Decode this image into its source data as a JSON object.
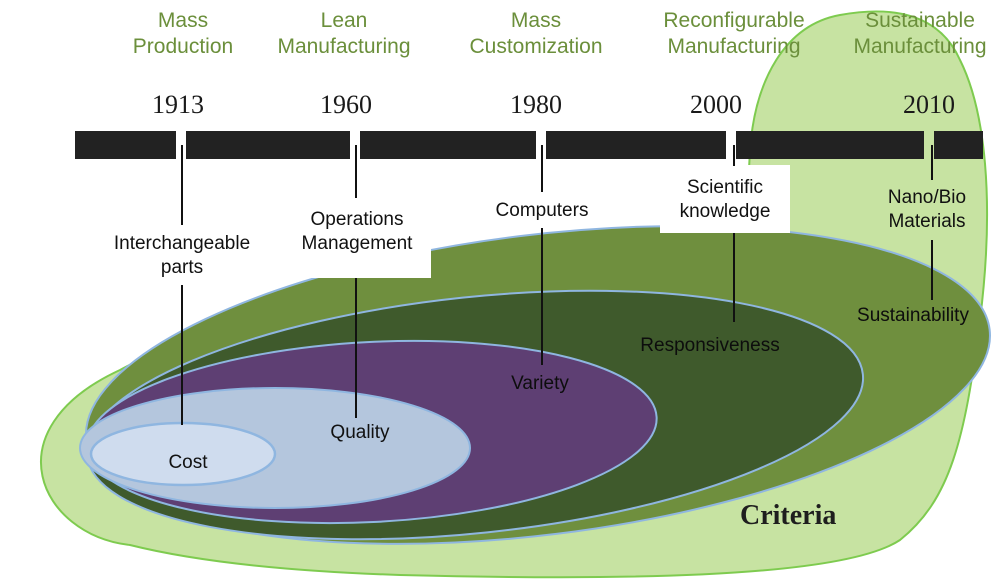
{
  "paradigms": [
    {
      "line1": "Mass",
      "line2": "Production"
    },
    {
      "line1": "Lean",
      "line2": "Manufacturing"
    },
    {
      "line1": "Mass",
      "line2": "Customization"
    },
    {
      "line1": "Reconfigurable",
      "line2": "Manufacturing"
    },
    {
      "line1": "Sustainable",
      "line2": "Manufacturing"
    }
  ],
  "years": [
    "1913",
    "1960",
    "1980",
    "2000",
    "2010"
  ],
  "enablers": [
    {
      "line1": "Interchangeable",
      "line2": "parts"
    },
    {
      "line1": "Operations",
      "line2": "Management"
    },
    {
      "line1": "Computers",
      "line2": ""
    },
    {
      "line1": "Scientific",
      "line2": "knowledge"
    },
    {
      "line1": "Nano/Bio",
      "line2": "Materials"
    }
  ],
  "criteria": [
    "Cost",
    "Quality",
    "Variety",
    "Responsiveness",
    "Sustainability"
  ],
  "criteria_title": "Criteria",
  "colors": {
    "paradigm_text": "#6b8f3b",
    "timeline_bar": "#222222",
    "outer_light_green": "#c7e3a2",
    "sustainability_green": "#6f8f3e",
    "responsiveness_dark_green": "#3f5a2c",
    "variety_purple": "#5e3f73",
    "quality_blue": "#b4c6dd",
    "cost_light_blue": "#cfdcee",
    "ellipse_outline": "#8fb6e0"
  }
}
